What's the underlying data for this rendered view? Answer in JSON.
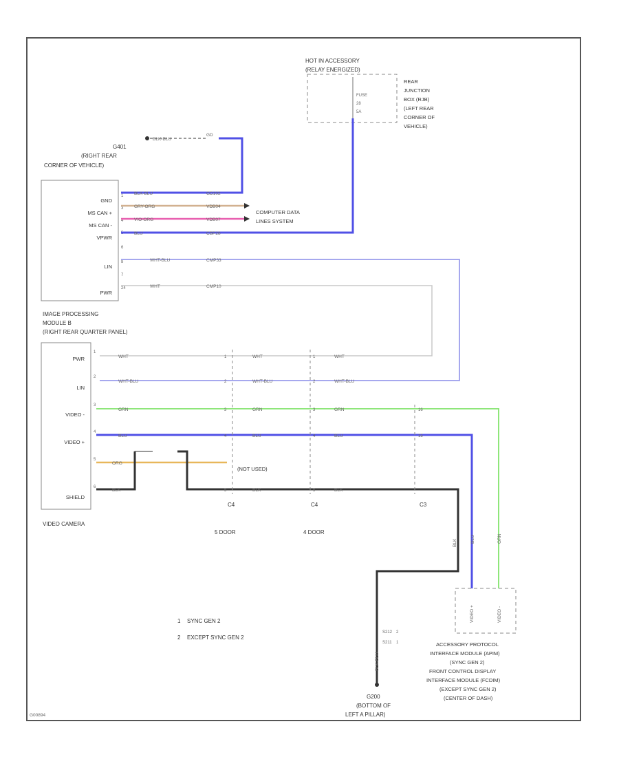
{
  "colors": {
    "blue": "#5050e6",
    "light_blue": "#a6a8ee",
    "green": "#8ee67a",
    "orange": "#e8b75a",
    "pink": "#e860b0",
    "tan": "#d2b190",
    "black": "#333333",
    "gray": "#c8c8c8",
    "frame": "#555555"
  },
  "fuse_box": {
    "title_line1": "HOT IN ACCESSORY",
    "title_line2": "(RELAY ENERGIZED)",
    "fuse_label": "FUSE",
    "fuse_number": "28",
    "fuse_amp": "5A",
    "location_lines": [
      "REAR",
      "JUNCTION",
      "BOX (RJB)",
      "(LEFT REAR",
      "CORNER OF",
      "VEHICLE)"
    ]
  },
  "ground": {
    "name": "G401",
    "lines": [
      "(RIGHT REAR",
      "CORNER OF VEHICLE)"
    ],
    "wire_color": "BLK-BLU",
    "wire_circuit": "GD"
  },
  "ipm": {
    "pins": [
      {
        "label": "GND",
        "pin": "1",
        "wire": "BLK-BLU",
        "circuit": "GD102"
      },
      {
        "label": "MS CAN +",
        "pin": "3",
        "wire": "GRY-ORG",
        "circuit": "VDB04"
      },
      {
        "label": "MS CAN -",
        "pin": "4",
        "wire": "VIO-ORG",
        "circuit": "VDB07"
      },
      {
        "label": "VPWR",
        "pin": "5",
        "wire": "BLU",
        "circuit": "CBP28"
      },
      {
        "label": "",
        "pin": "6",
        "wire": "",
        "circuit": ""
      },
      {
        "label": "LIN",
        "pin": "8",
        "wire": "WHT-BLU",
        "circuit": "CMP33"
      },
      {
        "label": "",
        "pin": "7",
        "wire": "",
        "circuit": ""
      },
      {
        "label": "PWR",
        "pin": "24",
        "wire": "WHT",
        "circuit": "CMP10"
      }
    ],
    "name_lines": [
      "IMAGE PROCESSING",
      "MODULE B",
      "(RIGHT REAR QUARTER PANEL)"
    ]
  },
  "computer_data": {
    "lines": [
      "COMPUTER DATA",
      "LINES SYSTEM"
    ]
  },
  "camera": {
    "name": "VIDEO CAMERA",
    "pins": [
      {
        "label": "PWR",
        "pin": "1",
        "wire": "WHT"
      },
      {
        "label": "LIN",
        "pin": "2",
        "wire": "WHT-BLU"
      },
      {
        "label": "VIDEO -",
        "pin": "3",
        "wire": "GRN"
      },
      {
        "label": "VIDEO +",
        "pin": "4",
        "wire": "BLU"
      },
      {
        "label": "",
        "pin": "5",
        "wire": "ORG"
      },
      {
        "label": "SHIELD",
        "pin": "6",
        "wire": "BLK"
      }
    ]
  },
  "run_wires": {
    "pwr": "WHT",
    "lin": "WHT-BLU",
    "video_neg": "GRN",
    "video_pos": "BLU",
    "shield": "BLK"
  },
  "not_used": "(NOT USED)",
  "connectors": {
    "c4": {
      "name": "C4",
      "note": "5 DOOR"
    },
    "c4b": {
      "name": "C4",
      "note": "4 DOOR"
    },
    "c3": {
      "name": "C3"
    },
    "pins_c4": [
      "1",
      "2",
      "3",
      "4",
      "5"
    ],
    "pins_c4b": [
      "1",
      "2",
      "3",
      "4",
      "5"
    ],
    "pins_c3": [
      "16",
      "15"
    ]
  },
  "apim": {
    "wires": [
      "BLU",
      "GRN",
      "BLK"
    ],
    "name_lines": [
      "ACCESSORY PROTOCOL",
      "INTERFACE MODULE (APIM)",
      "(SYNC GEN 2)",
      "FRONT CONTROL DISPLAY",
      "INTERFACE MODULE (FCDIM)",
      "(EXCEPT SYNC GEN 2)",
      "(CENTER OF DASH)"
    ],
    "pin_labels": [
      "VIDEO +",
      "VIDEO -"
    ]
  },
  "lower_ground": {
    "name": "G200",
    "lines": [
      "(BOTTOM OF",
      "LEFT A PILLAR)"
    ],
    "wire": "BLK-BLU",
    "splices": [
      "S212",
      "S211"
    ],
    "splice_notes": [
      "2",
      "1"
    ]
  },
  "legend": [
    {
      "num": "1",
      "text": "SYNC GEN 2"
    },
    {
      "num": "2",
      "text": "EXCEPT SYNC GEN 2"
    }
  ],
  "footer_code": "G00894"
}
